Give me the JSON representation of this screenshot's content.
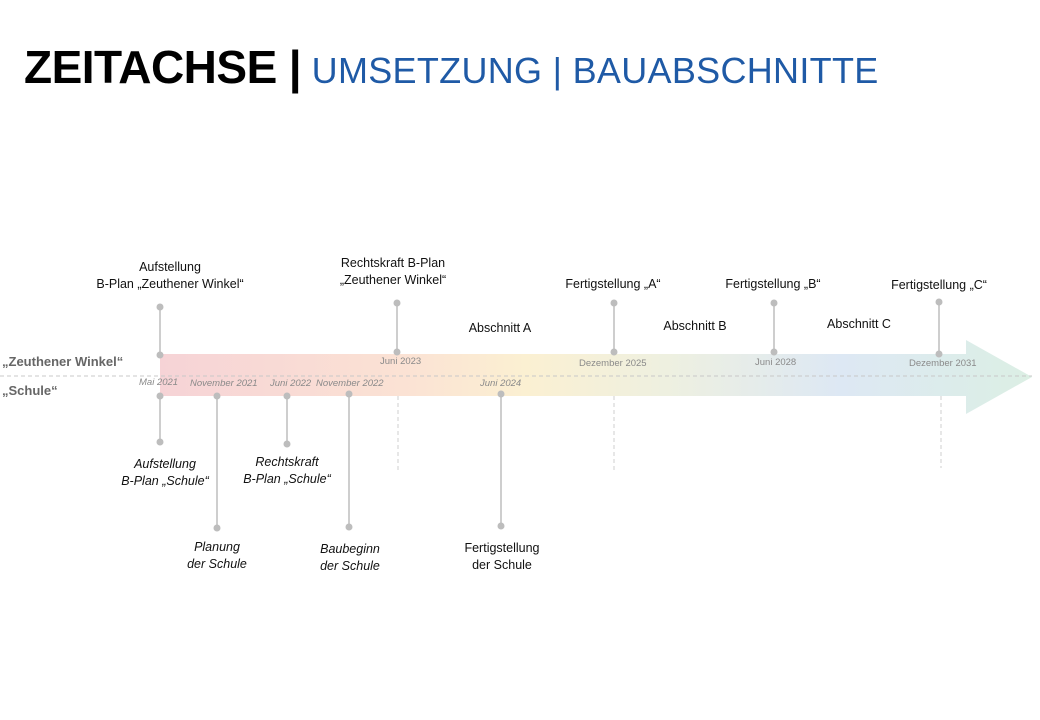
{
  "title": {
    "main": "ZEITACHSE",
    "separator": "|",
    "sub": "UMSETZUNG | BAUABSCHNITTE"
  },
  "tracks": {
    "top": "„Zeuthener Winkel“",
    "bottom": "„Schule“"
  },
  "colors": {
    "accent": "#1f5aa6",
    "marker": "#bdbdbd",
    "date": "#8a8a8a"
  },
  "top_events": [
    {
      "line1": "Aufstellung",
      "line2": "B-Plan „Zeuthener Winkel“"
    },
    {
      "line1": "Rechtskraft B-Plan",
      "line2": "„Zeuthener Winkel“"
    },
    {
      "line1": "Fertigstellung „A“",
      "line2": ""
    },
    {
      "line1": "Fertigstellung „B“",
      "line2": ""
    },
    {
      "line1": "Fertigstellung „C“",
      "line2": ""
    }
  ],
  "sections": [
    "Abschnitt A",
    "Abschnitt B",
    "Abschnitt C"
  ],
  "top_dates": [
    "Juni 2023",
    "Dezember 2025",
    "Juni 2028",
    "Dezember 2031"
  ],
  "bottom_dates": [
    "Mai 2021",
    "November 2021",
    "Juni 2022",
    "November 2022",
    "Juni 2024"
  ],
  "bottom_events": [
    {
      "line1": "Aufstellung",
      "line2": "B-Plan „Schule“"
    },
    {
      "line1": "Planung",
      "line2": "der Schule"
    },
    {
      "line1": "Rechtskraft",
      "line2": "B-Plan „Schule“"
    },
    {
      "line1": "Baubeginn",
      "line2": "der Schule"
    },
    {
      "line1": "Fertigstellung",
      "line2": "der Schule"
    }
  ]
}
